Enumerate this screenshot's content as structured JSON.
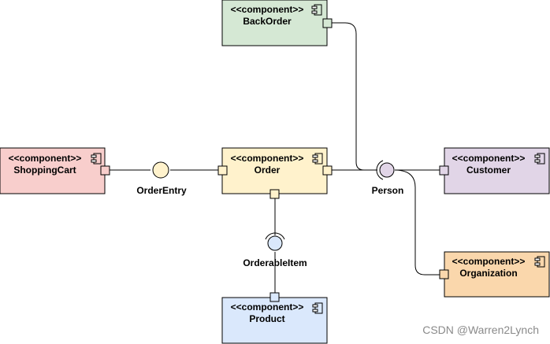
{
  "components": {
    "backorder": {
      "stereotype": "<<component>>",
      "name": "BackOrder",
      "color": "#d5e8d4"
    },
    "shoppingcart": {
      "stereotype": "<<component>>",
      "name": "ShoppingCart",
      "color": "#f8cecc"
    },
    "order": {
      "stereotype": "<<component>>",
      "name": "Order",
      "color": "#fff2cc"
    },
    "customer": {
      "stereotype": "<<component>>",
      "name": "Customer",
      "color": "#e1d5e7"
    },
    "organization": {
      "stereotype": "<<component>>",
      "name": "Organization",
      "color": "#fad7ac"
    },
    "product": {
      "stereotype": "<<component>>",
      "name": "Product",
      "color": "#dae8fc"
    }
  },
  "interfaces": {
    "orderentry": {
      "label": "OrderEntry",
      "color": "#fff2cc"
    },
    "person": {
      "label": "Person",
      "color": "#e1d5e7"
    },
    "orderableitem": {
      "label": "OrderableItem",
      "color": "#dae8fc"
    }
  },
  "watermark": "CSDN @Warren2Lynch",
  "icons": {
    "component": "component-icon",
    "port": "port-square"
  }
}
